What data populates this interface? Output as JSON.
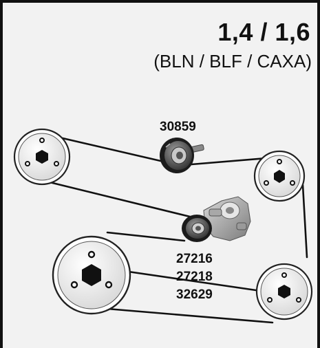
{
  "title": {
    "engine_code": "1,4 / 1,6",
    "variants": "(BLN / BLF / CAXA)"
  },
  "parts": {
    "idler_pulley": "30859",
    "tensioner_numbers": [
      "27216",
      "27218",
      "32629"
    ]
  },
  "colors": {
    "background": "#f2f2f2",
    "belt": "#111111",
    "pulley_face": "#eeeeee",
    "hub": "#111111"
  }
}
